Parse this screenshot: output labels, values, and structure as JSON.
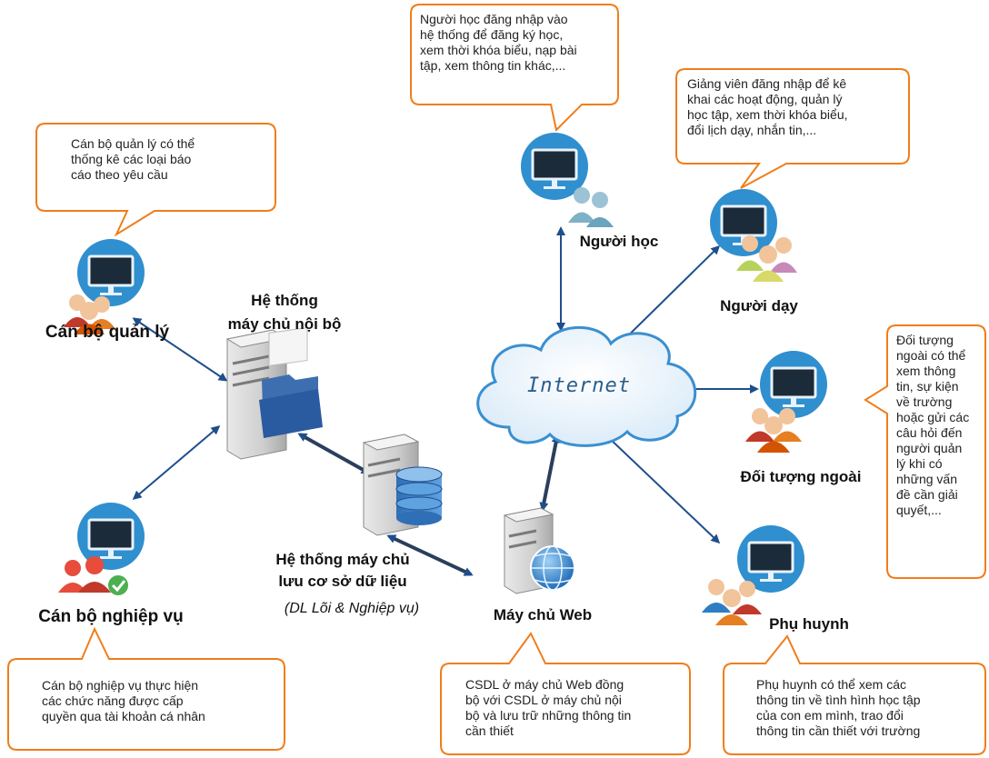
{
  "cloud_label": "Internet",
  "actors": {
    "can_bo_quan_ly": "Cán bộ quản lý",
    "can_bo_nghiep_vu": "Cán bộ nghiệp vụ",
    "nguoi_hoc": "Người học",
    "nguoi_day": "Người dạy",
    "doi_tuong_ngoai": "Đối tượng ngoài",
    "phu_huynh": "Phụ huynh"
  },
  "servers": {
    "internal_title": "Hệ thống\nmáy chủ nội bộ",
    "db_title": "Hệ thống máy chủ\nlưu cơ sở dữ liệu",
    "db_subtitle": "(DL Lõi & Nghiệp vụ)",
    "web_title": "Máy chủ Web"
  },
  "callouts": {
    "nguoi_hoc": "Người học đăng nhập vào\nhệ thống để đăng ký học,\nxem thời khóa biểu, nạp bài\ntập, xem thông tin khác,...",
    "nguoi_day": "Giảng viên đăng nhập để kê\nkhai các hoạt động, quản lý\nhọc tập, xem thời khóa biểu,\nđổi lịch dạy, nhắn tin,...",
    "can_bo_quan_ly": "Cán bộ quản lý có thể\nthống kê các loại báo\ncáo theo yêu cầu",
    "doi_tuong_ngoai": "Đối tượng\nngoài có thể\nxem thông\ntin, sự kiện\nvề trường\nhoặc gửi các\ncâu hỏi đến\nngười quản\nlý khi có\nnhững vấn\nđề cần giải\nquyết,...",
    "can_bo_nghiep_vu": "Cán bộ nghiệp vụ thực hiện\ncác chức năng được cấp\nquyền qua tài khoản cá nhân",
    "web": "CSDL ở máy chủ Web đồng\nbộ với CSDL ở máy chủ nội\nbộ và lưu trữ những thông tin\ncần thiết",
    "phu_huynh": "Phụ huynh có thể xem các\nthông tin về tình hình học tập\ncủa con em mình, trao đổi\nthông tin cần thiết với trường"
  },
  "colors": {
    "callout_border": "#f07d1a",
    "arrow": "#1f4e8c",
    "monitor_circle": "#2f8fcf",
    "cloud_stroke": "#3a8fd0"
  }
}
